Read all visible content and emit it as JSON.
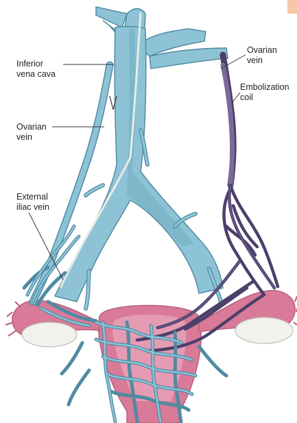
{
  "labels": {
    "ivc": [
      "Inferior",
      "vena cava"
    ],
    "ovarian_vein_right": [
      "Ovarian",
      "vein"
    ],
    "external_iliac": [
      "External",
      "iliac vein"
    ],
    "ovarian_vein_left": [
      "Ovarian",
      "vein"
    ],
    "embolization_coil": [
      "Embolization",
      "coil"
    ]
  },
  "colors": {
    "vein_fill": "#8ec3d6",
    "vein_shade": "#6aa6bd",
    "vein_outline": "#4f8ba2",
    "catheter": "#e9ece6",
    "coil": "#7a6a9c",
    "coiled_vein": "#4c3f6a",
    "uterus": "#d97a98",
    "uterus_light": "#eeb6c8",
    "ovary": "#f2f1ee",
    "corner_mark": "#f6c8a8"
  }
}
